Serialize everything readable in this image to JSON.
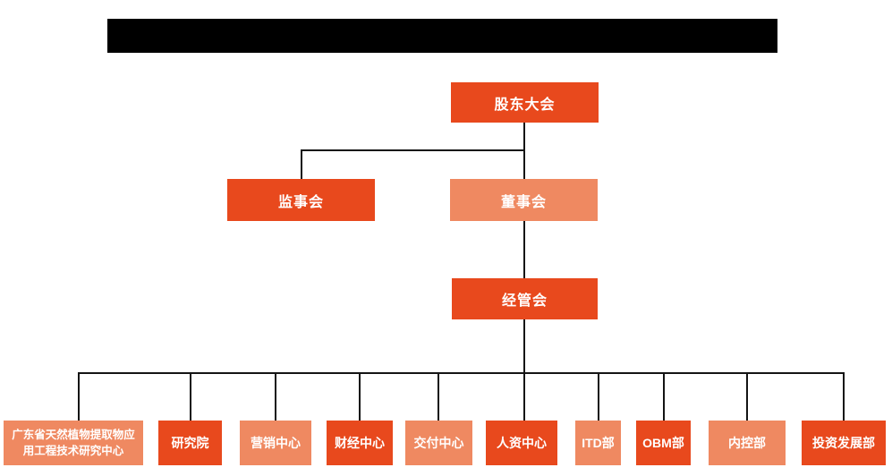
{
  "palette": {
    "primary": "#E8491D",
    "secondary": "#EF8961",
    "line": "#141414",
    "text": "#FFFFFF",
    "redacted_bar": "#000000",
    "background": "#FFFFFF"
  },
  "org_chart": {
    "root": {
      "label": "股东大会"
    },
    "second_level": [
      {
        "label": "监事会",
        "variant": "primary"
      },
      {
        "label": "董事会",
        "variant": "secondary"
      }
    ],
    "third_level": {
      "label": "经管会",
      "variant": "primary"
    },
    "departments": [
      {
        "label": "广东省天然植物提取物应用工程技术研究中心",
        "variant": "secondary"
      },
      {
        "label": "研究院",
        "variant": "primary"
      },
      {
        "label": "营销中心",
        "variant": "secondary"
      },
      {
        "label": "财经中心",
        "variant": "primary"
      },
      {
        "label": "交付中心",
        "variant": "secondary"
      },
      {
        "label": "人资中心",
        "variant": "primary"
      },
      {
        "label": "ITD部",
        "variant": "secondary"
      },
      {
        "label": "OBM部",
        "variant": "primary"
      },
      {
        "label": "内控部",
        "variant": "secondary"
      },
      {
        "label": "投资发展部",
        "variant": "primary"
      }
    ]
  }
}
